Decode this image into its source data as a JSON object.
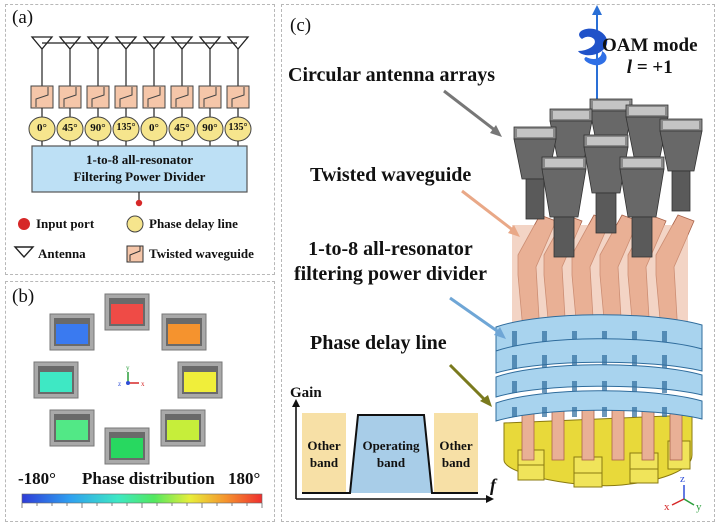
{
  "panel_a": {
    "label": "(a)",
    "phases": [
      "0°",
      "45°",
      "90°",
      "135°",
      "0°",
      "45°",
      "90°",
      "135°"
    ],
    "divider_line1": "1-to-8 all-resonator",
    "divider_line2": "Filtering Power Divider",
    "legend": {
      "input_port": "Input port",
      "phase_delay_line": "Phase delay line",
      "antenna": "Antenna",
      "twisted_waveguide": "Twisted waveguide"
    },
    "colors": {
      "resonator": "#bde0f5",
      "phase_circle": "#f6e58d",
      "waveguide": "#f5c6a9",
      "input_port": "#d62828"
    }
  },
  "panel_b": {
    "label": "(b)",
    "colorbar_min": "-180°",
    "colorbar_title": "Phase distribution",
    "colorbar_max": "180°",
    "cell_colors": [
      "#ef4b46",
      "#f5932e",
      "#f0ee3a",
      "#c6ee3a",
      "#28d860",
      "#52e886",
      "#3ee8c4",
      "#3a7af0"
    ]
  },
  "panel_c": {
    "label": "(c)",
    "oam_line1": "OAM mode",
    "oam_l": "l",
    "oam_eq": " = +1",
    "callouts": {
      "antenna_arrays": "Circular antenna arrays",
      "twisted_waveguide": "Twisted waveguide",
      "divider_line1": "1-to-8 all-resonator",
      "divider_line2": "filtering power divider",
      "phase_delay_line": "Phase delay line"
    },
    "gain_plot": {
      "ylabel": "Gain",
      "xlabel": "f",
      "band_left_1": "Other",
      "band_left_2": "band",
      "band_center_1": "Operating",
      "band_center_2": "band",
      "band_right_1": "Other",
      "band_right_2": "band"
    },
    "axes": {
      "x": "x",
      "z": "z",
      "y": "y"
    },
    "colors": {
      "antenna": "#686868",
      "waveguide": "#e9b096",
      "divider": "#a8d3ee",
      "delay": "#e8d93a"
    }
  }
}
